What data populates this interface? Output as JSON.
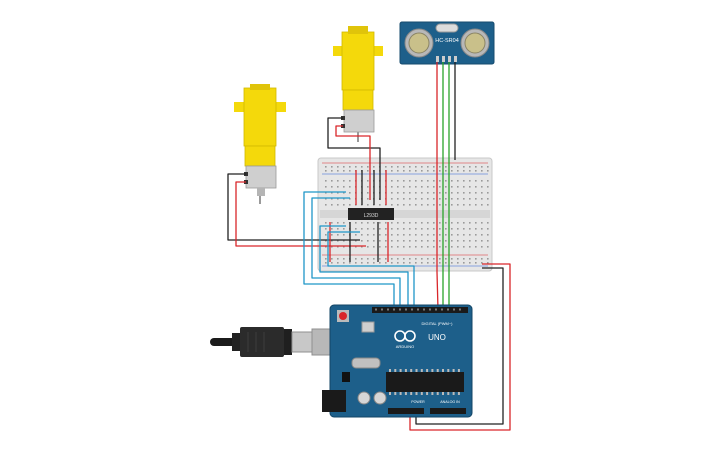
{
  "sensor": {
    "label": "HC-SR04"
  },
  "driver": {
    "label": "L293D"
  },
  "arduino": {
    "brand": "ARDUINO",
    "model": "UNO",
    "digital_label": "DIGITAL (PWM~)",
    "power_label": "POWER",
    "analog_label": "ANALOG IN"
  },
  "colors": {
    "board_blue": "#1d5f8a",
    "motor_yellow": "#f4d90b",
    "wire_red": "#d9262a",
    "wire_black": "#222222",
    "wire_green": "#2aa32a",
    "wire_blue": "#1f96c8",
    "breadboard": "#e8e8e8"
  }
}
